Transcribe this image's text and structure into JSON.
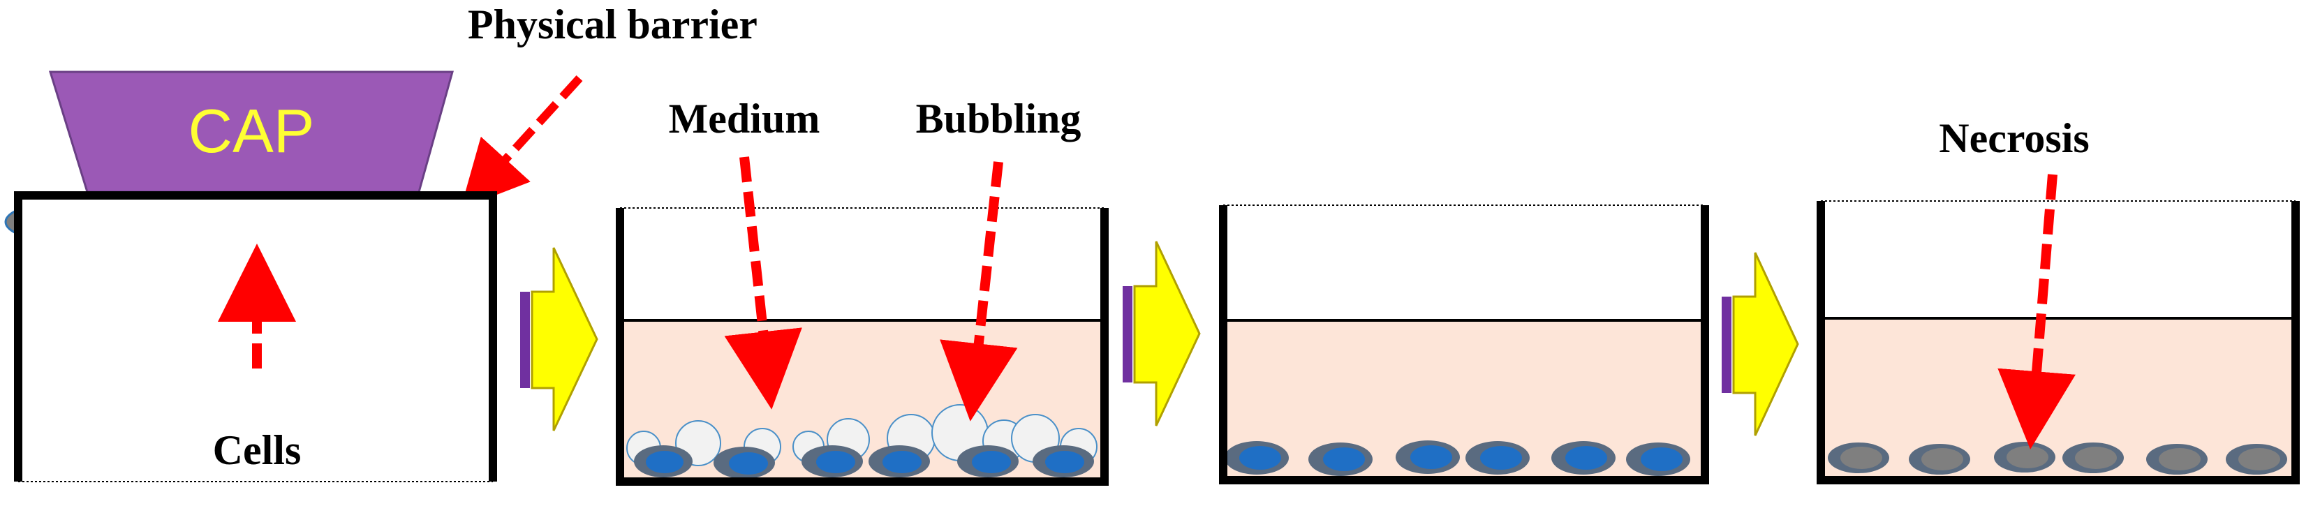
{
  "labels": {
    "physical_barrier": "Physical barrier",
    "cap": "CAP",
    "cells": "Cells",
    "medium": "Medium",
    "bubbling": "Bubbling",
    "necrosis": "Necrosis"
  },
  "stages": [
    {
      "id": "cap-treatment",
      "medium": false,
      "bubbles": false,
      "cell_state": "attached-under-barrier"
    },
    {
      "id": "bubbling",
      "medium": true,
      "bubbles": true,
      "cell_state": "live"
    },
    {
      "id": "settled",
      "medium": true,
      "bubbles": false,
      "cell_state": "live"
    },
    {
      "id": "necrosis",
      "medium": true,
      "bubbles": false,
      "cell_state": "necrotic"
    }
  ],
  "colors": {
    "cap_body": "#9b59b6",
    "cap_text": "#ffff33",
    "medium": "#fde5d8",
    "cell_live": "#1f6fc5",
    "cell_rim": "#5a6b80",
    "cell_necrotic": "#7f7f7f",
    "bubble": "#f2f2f2",
    "bubble_edge": "#4a90c8",
    "arrow_red": "#ff0000",
    "transition_arrow": "#ffff00",
    "transition_stripe": "#7030a0"
  },
  "icons": {
    "transition_arrow": "block-arrow-right-icon",
    "pointer_arrow": "dashed-red-arrow-icon"
  }
}
